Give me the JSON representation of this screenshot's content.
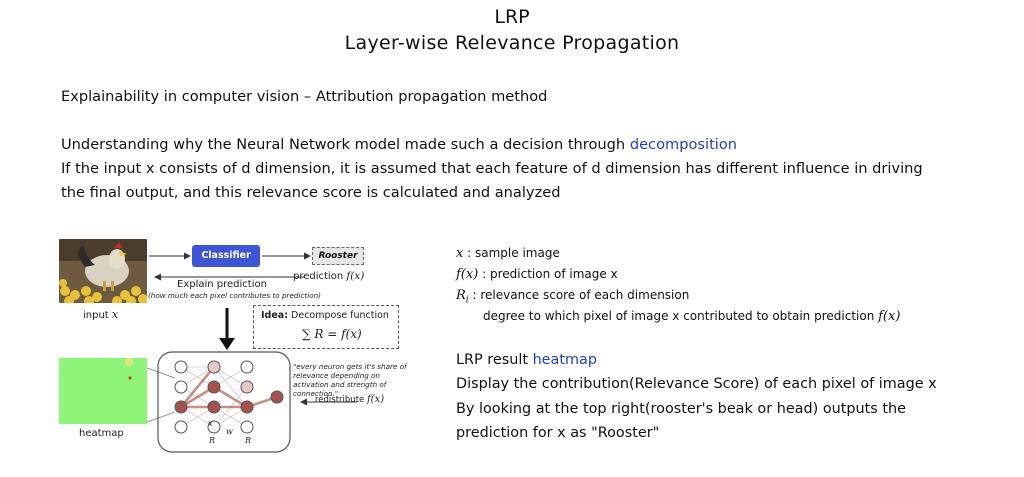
{
  "header": {
    "title": "LRP",
    "subtitle": "Layer-wise Relevance Propagation"
  },
  "intro": {
    "line1": "Explainability in computer vision – Attribution propagation method",
    "line2_prefix": "Understanding why the Neural Network model made such a decision through ",
    "line2_highlight": "decomposition",
    "line3": "If the input x consists of d dimension, it is assumed that each feature of d dimension has different influence in driving",
    "line4": "the final output, and this relevance score is calculated and analyzed"
  },
  "figure": {
    "classifier_label": "Classifier",
    "output_label": "Rooster",
    "prediction_label": "prediction",
    "prediction_math": "f(x)",
    "explain_label": "Explain prediction",
    "explain_sub": "(how much each pixel contributes to prediction)",
    "input_label": "input",
    "input_math": "x",
    "idea_label": "Idea:",
    "idea_text": "Decompose function",
    "idea_formula": "∑ R = f(x)",
    "heatmap_label": "heatmap",
    "quote": "\"every neuron gets it's share of relevance depending on activation and strength of connection.\"",
    "redistribute_label": "redistribute",
    "redistribute_math": "f(x)",
    "xi_label": "x",
    "wij_label": "w",
    "ri_label": "R",
    "rj_label": "R",
    "colors": {
      "classifier": "#3e55d6",
      "heatmap": "#8ef57a",
      "relevance_node": "#a5524f"
    }
  },
  "legend": {
    "x_symbol": "x",
    "x_desc": " : sample image",
    "f_symbol": "f(x)",
    "f_desc": " : prediction of image x",
    "r_symbol": "R",
    "r_sub": "i",
    "r_desc": " : relevance score of each dimension",
    "r_detail": "degree to which pixel of image x contributed to obtain prediction ",
    "r_detail_math": "f(x)"
  },
  "result": {
    "title_prefix": "LRP result ",
    "title_highlight": "heatmap",
    "line1": "Display the contribution(Relevance Score) of each pixel of image x",
    "line2": "By looking at the top right(rooster's beak or head) outputs the",
    "line3": "prediction for x as \"Rooster\""
  }
}
